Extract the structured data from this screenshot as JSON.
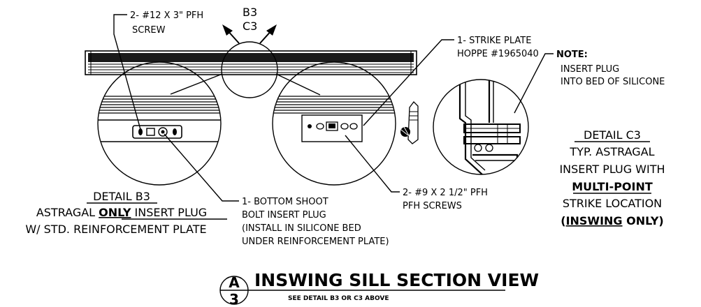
{
  "callouts": {
    "screw_top": [
      "2- #12 X 3\" PFH",
      "SCREW"
    ],
    "detail_ref": [
      "B3",
      "C3"
    ],
    "strike_plate": [
      "1- STRIKE PLATE",
      "HOPPE #1965040"
    ],
    "note": [
      "NOTE:",
      "INSERT PLUG",
      "INTO BED OF SILICONE"
    ],
    "bottom_shoot": [
      "1- BOTTOM SHOOT",
      "BOLT INSERT PLUG",
      "(INSTALL IN SILICONE BED",
      "UNDER REINFORCEMENT PLATE)"
    ],
    "pfh_screws": [
      "2- #9 X 2 1/2\" PFH",
      "PFH SCREWS"
    ]
  },
  "detail_b3": {
    "title": "DETAIL B3",
    "line2_pre": "ASTRAGAL ",
    "line2_bold": "ONLY",
    "line2_post": " INSERT PLUG",
    "line3": "W/ STD. REINFORCEMENT PLATE"
  },
  "detail_c3": {
    "title": "DETAIL C3",
    "line2": "TYP. ASTRAGAL",
    "line3": "INSERT PLUG WITH",
    "line4": "MULTI-POINT",
    "line5": "STRIKE LOCATION",
    "line6_open": "(",
    "line6_bold": "INSWING",
    "line6_rest": " ONLY)"
  },
  "section": {
    "letter": "A",
    "number": "3",
    "title": "INSWING SILL SECTION VIEW",
    "subtitle": "SEE DETAIL B3 OR C3 ABOVE"
  }
}
